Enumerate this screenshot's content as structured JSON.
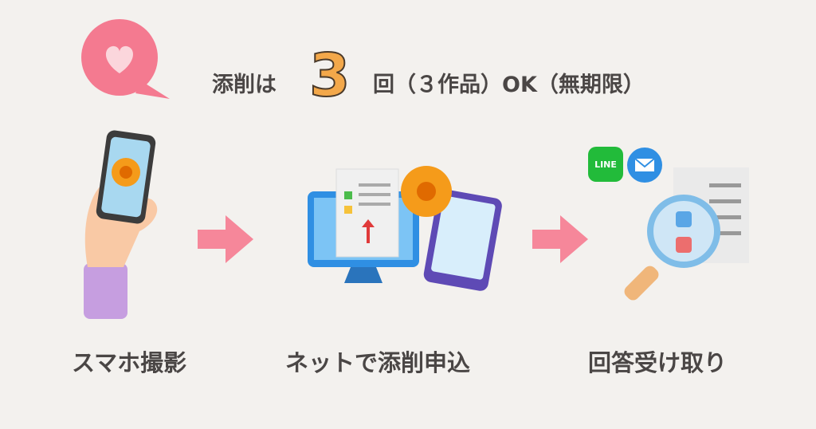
{
  "headline": {
    "prefix": "添削は",
    "count": "3",
    "suffix": "回（３作品）OK（無期限）"
  },
  "steps": [
    {
      "label": "スマホ撮影"
    },
    {
      "label": "ネットで添削申込"
    },
    {
      "label": "回答受け取り"
    }
  ],
  "icons": {
    "line_text": "LINE"
  },
  "colors": {
    "accent_pink": "#f6879a",
    "orange": "#f3a84a",
    "text": "#4a4645"
  }
}
